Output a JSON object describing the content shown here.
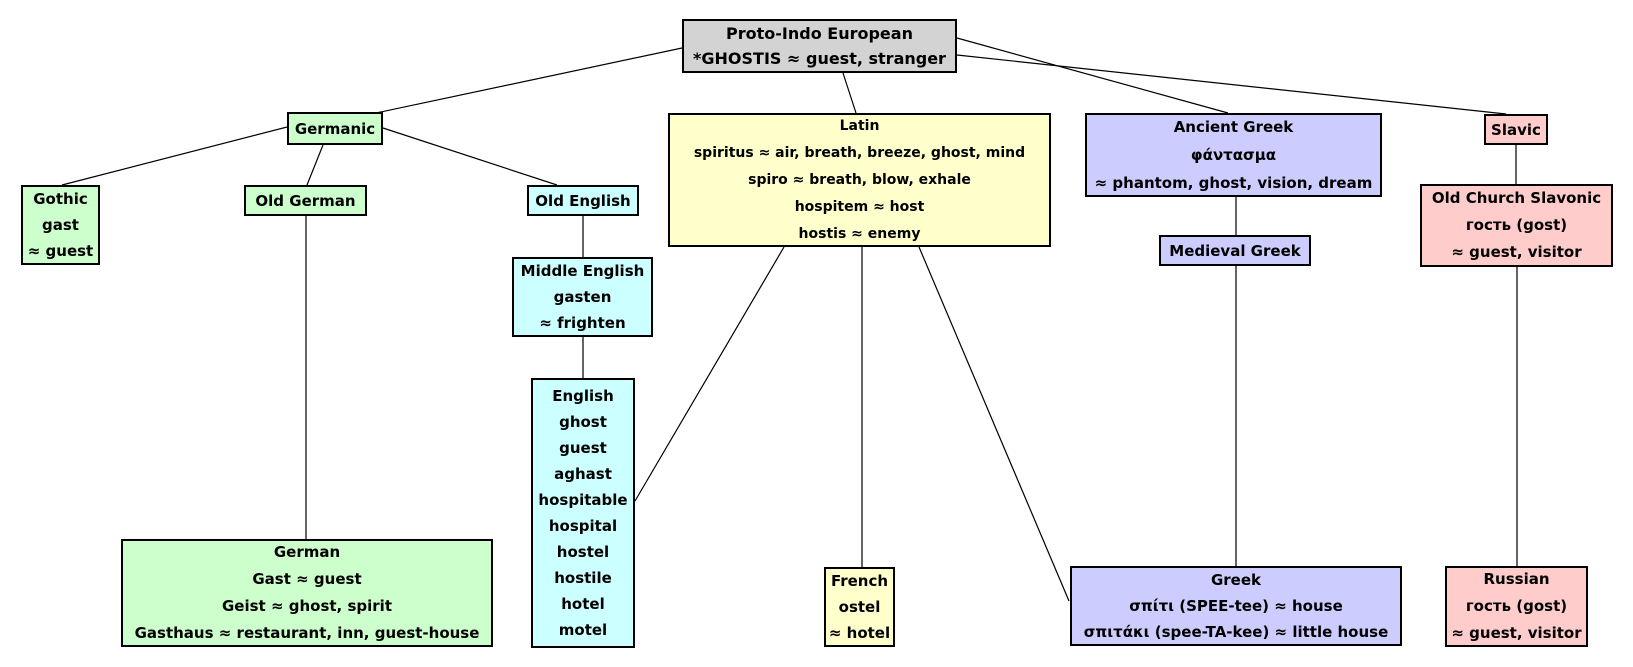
{
  "palette": {
    "gray": "#d3d3d3",
    "green": "#ccffcc",
    "cyan": "#ccffff",
    "yellow": "#ffffcc",
    "lavender": "#ccccff",
    "pink": "#ffcccc",
    "border": "#000000",
    "background": "#ffffff"
  },
  "nodes": {
    "proto_indo_european": {
      "color": "gray",
      "lines": [
        "Proto-Indo European",
        "*GHOSTIS ≈ guest, stranger"
      ]
    },
    "germanic": {
      "color": "green",
      "lines": [
        "Germanic"
      ]
    },
    "gothic": {
      "color": "green",
      "lines": [
        "Gothic",
        "gast",
        "≈ guest"
      ]
    },
    "old_german": {
      "color": "green",
      "lines": [
        "Old German"
      ]
    },
    "german": {
      "color": "green",
      "lines": [
        "German",
        "Gast ≈ guest",
        "Geist ≈ ghost, spirit",
        "Gasthaus ≈ restaurant, inn, guest-house"
      ]
    },
    "old_english": {
      "color": "cyan",
      "lines": [
        "Old English"
      ]
    },
    "middle_english": {
      "color": "cyan",
      "lines": [
        "Middle English",
        "gasten",
        "≈ frighten"
      ]
    },
    "english": {
      "color": "cyan",
      "lines": [
        "English",
        "ghost",
        "guest",
        "aghast",
        "hospitable",
        "hospital",
        "hostel",
        "hostile",
        "hotel",
        "motel"
      ]
    },
    "latin": {
      "color": "yellow",
      "lines": [
        "Latin",
        "spiritus ≈ air, breath, breeze, ghost, mind",
        "spiro ≈ breath, blow, exhale",
        "hospitem ≈ host",
        "hostis ≈ enemy"
      ]
    },
    "french": {
      "color": "yellow",
      "lines": [
        "French",
        "ostel",
        "≈ hotel"
      ]
    },
    "ancient_greek": {
      "color": "lavender",
      "lines": [
        "Ancient Greek",
        "φάντασμα",
        "≈ phantom, ghost, vision, dream"
      ]
    },
    "medieval_greek": {
      "color": "lavender",
      "lines": [
        "Medieval Greek"
      ]
    },
    "greek": {
      "color": "lavender",
      "lines": [
        "Greek",
        "σπίτι (SPEE-tee) ≈ house",
        "σπιτάκι (spee-TA-kee) ≈ little house"
      ]
    },
    "slavic": {
      "color": "pink",
      "lines": [
        "Slavic"
      ]
    },
    "old_church_slavonic": {
      "color": "pink",
      "lines": [
        "Old Church Slavonic",
        "гость (gost)",
        "≈ guest, visitor"
      ]
    },
    "russian": {
      "color": "pink",
      "lines": [
        "Russian",
        "гость (gost)",
        "≈ guest, visitor"
      ]
    }
  },
  "edges": [
    {
      "from": "proto_indo_european",
      "to": "germanic"
    },
    {
      "from": "proto_indo_european",
      "to": "latin"
    },
    {
      "from": "proto_indo_european",
      "to": "ancient_greek"
    },
    {
      "from": "proto_indo_european",
      "to": "slavic"
    },
    {
      "from": "germanic",
      "to": "gothic"
    },
    {
      "from": "germanic",
      "to": "old_german"
    },
    {
      "from": "germanic",
      "to": "old_english"
    },
    {
      "from": "old_german",
      "to": "german"
    },
    {
      "from": "old_english",
      "to": "middle_english"
    },
    {
      "from": "middle_english",
      "to": "english"
    },
    {
      "from": "latin",
      "to": "english"
    },
    {
      "from": "latin",
      "to": "french"
    },
    {
      "from": "latin",
      "to": "greek"
    },
    {
      "from": "ancient_greek",
      "to": "medieval_greek"
    },
    {
      "from": "medieval_greek",
      "to": "greek"
    },
    {
      "from": "slavic",
      "to": "old_church_slavonic"
    },
    {
      "from": "old_church_slavonic",
      "to": "russian"
    }
  ]
}
